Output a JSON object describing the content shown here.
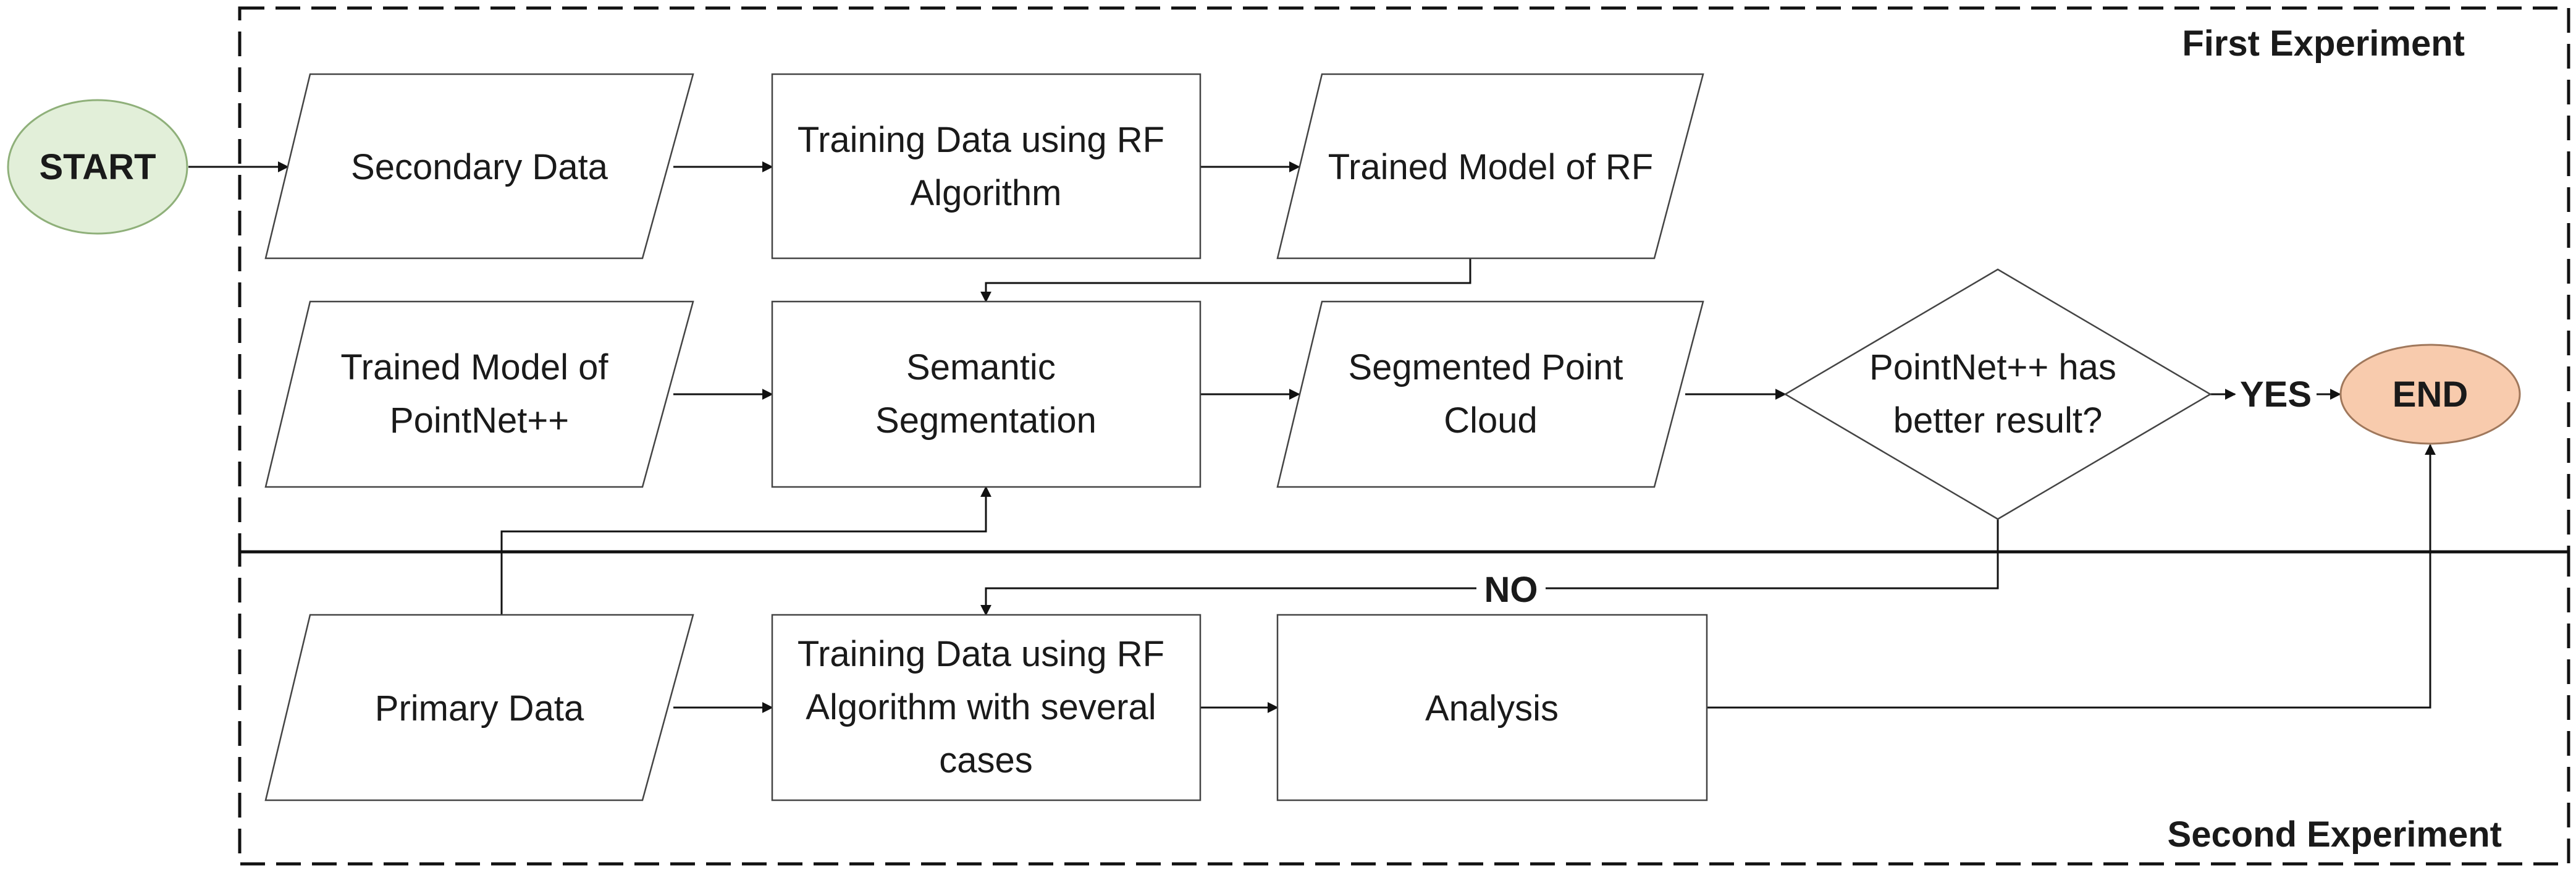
{
  "sections": {
    "first": "First Experiment",
    "second": "Second Experiment"
  },
  "terminals": {
    "start": "START",
    "end": "END"
  },
  "nodes": {
    "secondary_data": [
      "Secondary Data"
    ],
    "training_rf": [
      "Training Data using RF",
      "Algorithm"
    ],
    "trained_rf": [
      "Trained Model of RF"
    ],
    "trained_pointnet": [
      "Trained Model of",
      "PointNet++"
    ],
    "semantic_seg": [
      "Semantic",
      "Segmentation"
    ],
    "segmented_cloud": [
      "Segmented Point",
      "Cloud"
    ],
    "decision": [
      "PointNet++ has",
      "better result?"
    ],
    "primary_data": [
      "Primary Data"
    ],
    "training_rf_cases": [
      "Training Data using RF",
      "Algorithm with several",
      "cases"
    ],
    "analysis": [
      "Analysis"
    ]
  },
  "edge_labels": {
    "yes": "YES",
    "no": "NO"
  },
  "colors": {
    "start_fill": "#e2efd9",
    "start_stroke": "#8fb07a",
    "end_fill": "#f8cbad",
    "end_stroke": "#a0785c",
    "line": "#111111",
    "shape_stroke": "#444444"
  }
}
